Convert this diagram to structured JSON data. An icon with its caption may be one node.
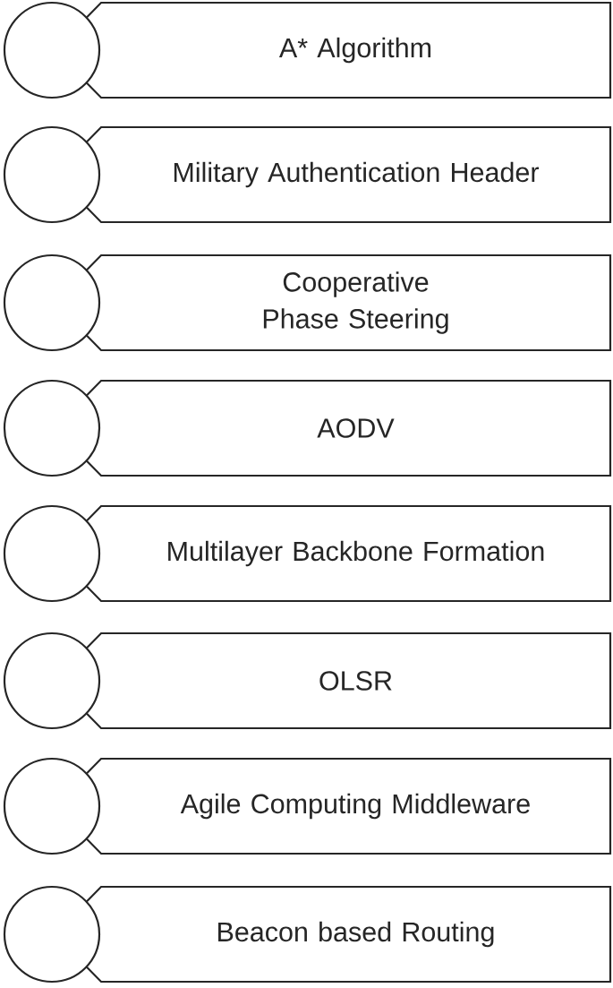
{
  "diagram": {
    "nodes": [
      {
        "text": [],
        "shape": "circle"
      },
      {
        "text": [
          "A* Algorithm"
        ]
      },
      {
        "text": [],
        "shape": "circle"
      },
      {
        "text": [
          "Military Authentication Header"
        ]
      },
      {
        "text": [],
        "shape": "circle"
      },
      {
        "text": [
          "Cooperative Phase Steering"
        ]
      },
      {
        "text": [],
        "shape": "circle"
      },
      {
        "text": [
          "AODV"
        ]
      },
      {
        "text": [],
        "shape": "circle"
      },
      {
        "text": [
          "Multilayer Backbone Formation"
        ]
      },
      {
        "text": [],
        "shape": "circle"
      },
      {
        "text": [
          "OLSR"
        ]
      },
      {
        "text": [],
        "shape": "circle"
      },
      {
        "text": [
          "Agile Computing Middleware"
        ]
      },
      {
        "text": [],
        "shape": "circle"
      },
      {
        "text": [
          "Beacon based Routing"
        ]
      }
    ]
  }
}
